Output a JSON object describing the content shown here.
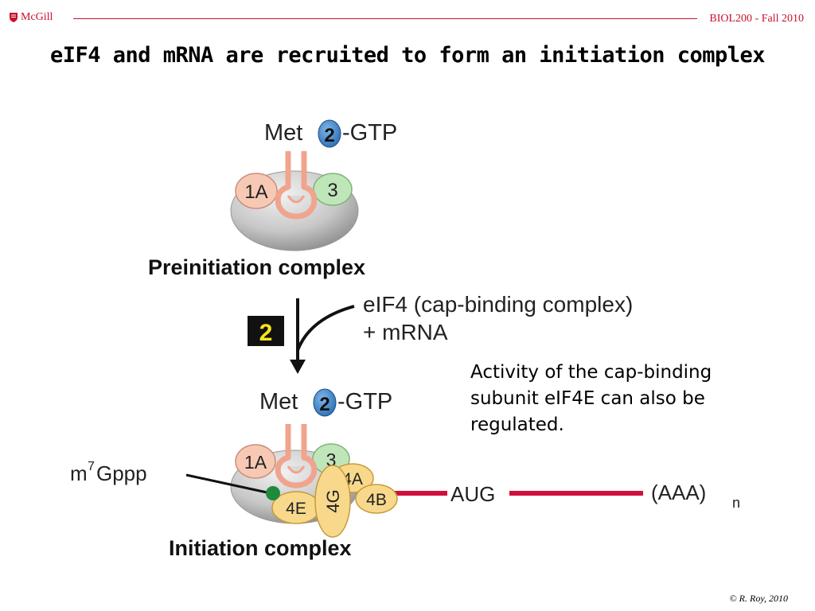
{
  "header": {
    "logo_text": "McGill",
    "course": "BIOL200 - Fall 2010"
  },
  "slide": {
    "title": "eIF4 and mRNA are recruited to form an initiation complex",
    "note": "Activity of the cap-binding subunit eIF4E can also be regulated.",
    "copyright": "© R. Roy, 2010"
  },
  "diagram": {
    "top": {
      "met": "Met",
      "factor2": "2",
      "gtp": "-GTP",
      "factor1a": "1A",
      "factor3": "3",
      "label": "Preinitiation complex"
    },
    "step": {
      "number": "2",
      "line1": "eIF4 (cap-binding complex)",
      "line2": "+ mRNA"
    },
    "bottom": {
      "met": "Met",
      "factor2": "2",
      "gtp": "-GTP",
      "factor1a": "1A",
      "factor3": "3",
      "factor4a": "4A",
      "factor4b": "4B",
      "factor4e": "4E",
      "factor4g": "4G",
      "cap_m": "m",
      "cap_sup": "7",
      "cap_gppp": "Gppp",
      "aug": "AUG",
      "polya": "(AAA)",
      "polya_sub": "n",
      "label": "Initiation complex"
    },
    "colors": {
      "ribosome": "#c8c8c8",
      "factor_1a": "#f7c9b4",
      "factor_3": "#bfe6b9",
      "factor_2": "#3b82c4",
      "factor_4": "#f8d98c",
      "trna": "#f0a48e",
      "mrna": "#d0103a",
      "cap": "#1f8a3a",
      "step_box": "#111111",
      "step_num": "#f7e51a",
      "accent": "#c8102e"
    }
  }
}
